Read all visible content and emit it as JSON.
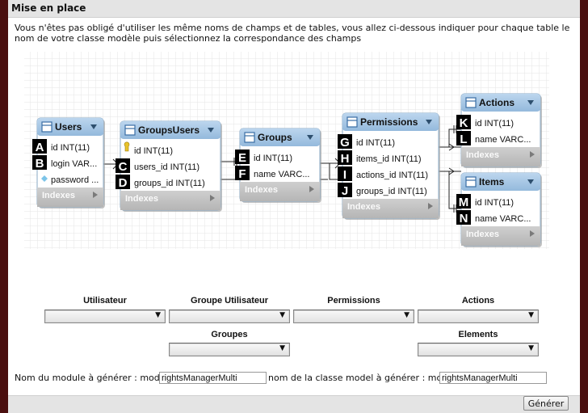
{
  "title": "Mise en place",
  "intro": "Vous n'êtes pas obligé d'utiliser les même noms de champs et de tables, vous allez ci-dessous indiquer pour chaque table le nom de votre classe modèle puis sélectionnez la correspondance des champs",
  "diagram": {
    "indexes_label": "Indexes",
    "tables": [
      {
        "name": "Users",
        "fields": [
          {
            "text": "id INT(11)",
            "marker": "A"
          },
          {
            "text": "login VAR...",
            "marker": "B"
          },
          {
            "text": "password ...",
            "marker": ""
          }
        ]
      },
      {
        "name": "GroupsUsers",
        "fields": [
          {
            "text": "id INT(11)",
            "marker": ""
          },
          {
            "text": "users_id INT(11)",
            "marker": "C"
          },
          {
            "text": "groups_id INT(11)",
            "marker": "D"
          }
        ]
      },
      {
        "name": "Groups",
        "fields": [
          {
            "text": "id INT(11)",
            "marker": "E"
          },
          {
            "text": "name VARC...",
            "marker": "F"
          }
        ]
      },
      {
        "name": "Permissions",
        "fields": [
          {
            "text": "id INT(11)",
            "marker": "G"
          },
          {
            "text": "items_id INT(11)",
            "marker": "H"
          },
          {
            "text": "actions_id INT(11)",
            "marker": "I"
          },
          {
            "text": "groups_id INT(11)",
            "marker": "J"
          }
        ]
      },
      {
        "name": "Actions",
        "fields": [
          {
            "text": "id INT(11)",
            "marker": "K"
          },
          {
            "text": "name VARC...",
            "marker": "L"
          }
        ]
      },
      {
        "name": "Items",
        "fields": [
          {
            "text": "id INT(11)",
            "marker": "M"
          },
          {
            "text": "name VARC...",
            "marker": "N"
          }
        ]
      }
    ]
  },
  "mapping": {
    "labels": [
      "Utilisateur",
      "Groupe Utilisateur",
      "Permissions",
      "Actions",
      "Groupes",
      "Elements"
    ],
    "arrow": "▼"
  },
  "form": {
    "module_label": "Nom du module à générer : module_",
    "module_value": "rightsManagerMulti",
    "model_label": "nom de la classe model à générer : model_",
    "model_value": "rightsManagerMulti",
    "submit": "Générer"
  },
  "colors": {
    "table_header": "#a4c6e4",
    "table_body": "#ffffff",
    "indexes": "#c3c3c3",
    "marker_bg": "#000000"
  }
}
